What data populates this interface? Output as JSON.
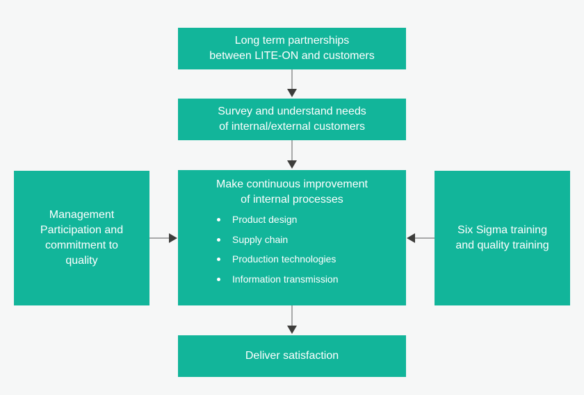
{
  "colors": {
    "box_fill": "#12b59a",
    "box_text": "#ffffff",
    "connector": "#58595b",
    "background": "#f6f7f7"
  },
  "flow": {
    "partnerships": [
      "Long term partnerships",
      "between LITE-ON and customers"
    ],
    "survey": [
      "Survey and understand needs",
      "of internal/external customers"
    ],
    "improvement": {
      "title": [
        "Make continuous improvement",
        "of internal processes"
      ],
      "items": [
        "Product design",
        "Supply chain",
        "Production technologies",
        "Information transmission"
      ]
    },
    "deliver": "Deliver satisfaction"
  },
  "inputs": {
    "management": [
      "Management",
      "Participation and",
      "commitment to",
      "quality"
    ],
    "six_sigma": [
      "Six Sigma training",
      "and quality training"
    ]
  }
}
